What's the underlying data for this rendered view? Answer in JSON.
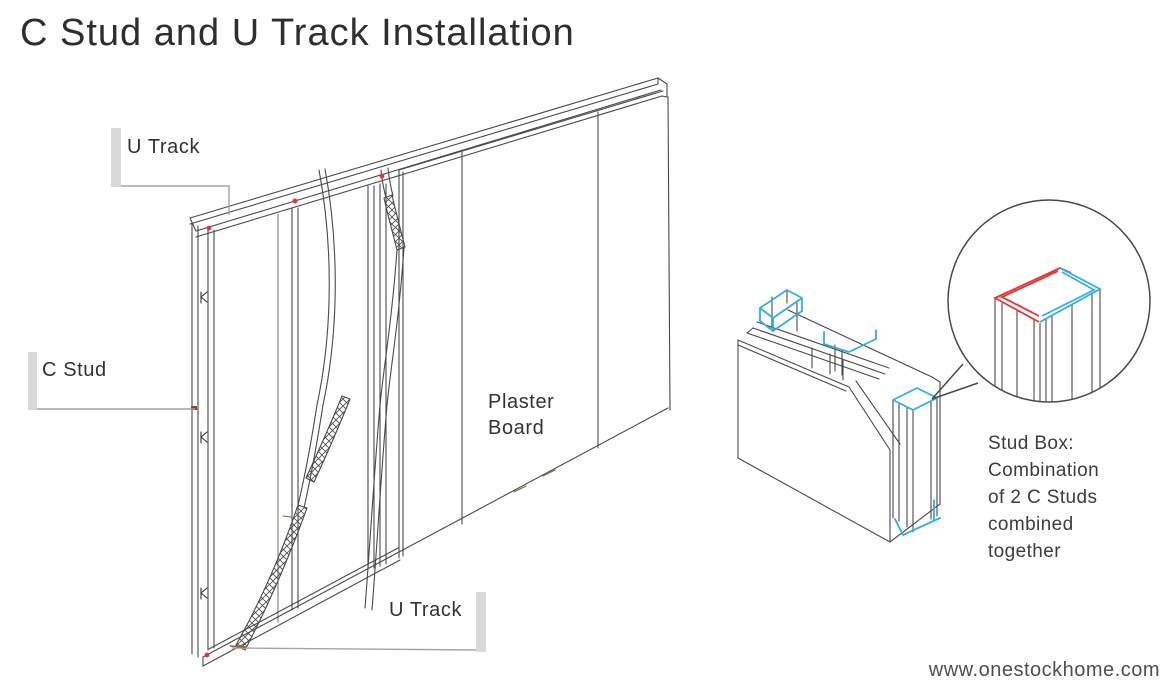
{
  "title": "C Stud and U Track Installation",
  "labels": {
    "u_track_top": "U Track",
    "c_stud": "C Stud",
    "plaster_board": {
      "line1": "Plaster",
      "line2": "Board"
    },
    "u_track_bottom": "U Track"
  },
  "stud_box_note": {
    "lines": [
      "Stud Box:",
      "Combination",
      "of 2 C Studs",
      "combined",
      "together"
    ]
  },
  "footer": {
    "website": "www.onestockhome.com"
  },
  "colors": {
    "line": "#4a4a4a",
    "leader": "#a3a3a3",
    "accent_bar": "#d9d9d9",
    "screw_red": "#e8332e",
    "highlight_red": "#e8332e",
    "highlight_blue": "#2fb0e8",
    "tick_brown": "#9a5b2d",
    "text": "#383838"
  }
}
